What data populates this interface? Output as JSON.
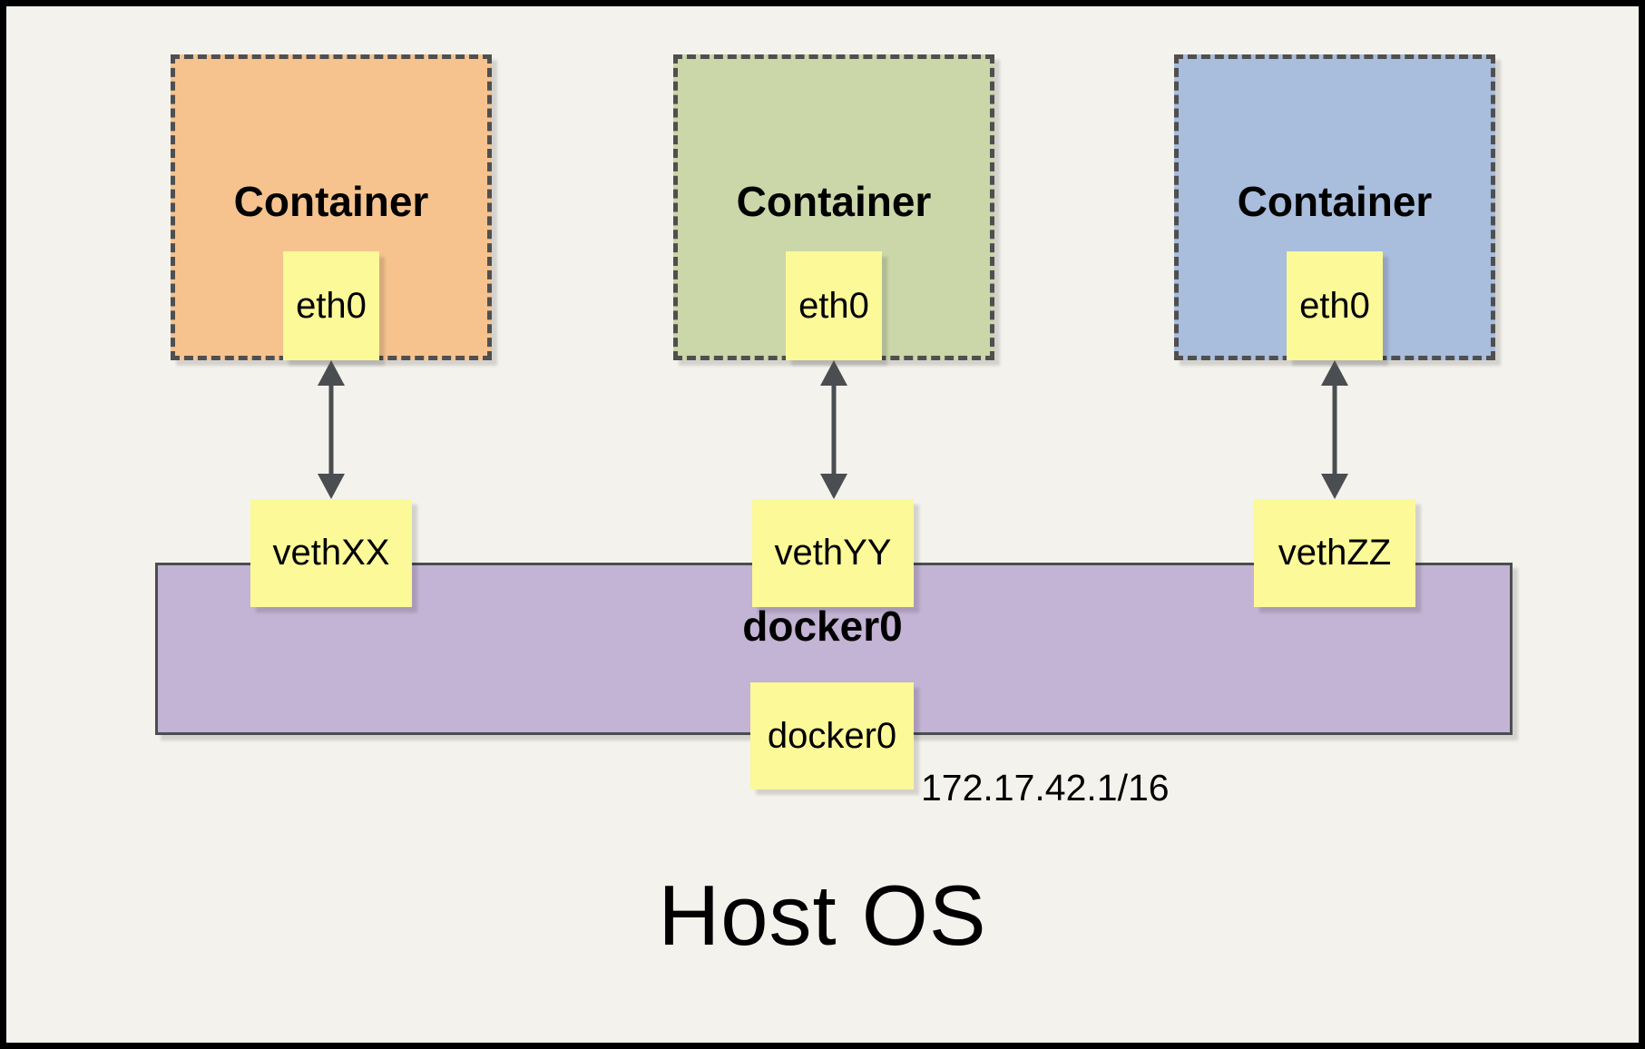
{
  "title": "Host OS",
  "colors": {
    "background": "#F4F2EC",
    "container_orange": "#F6C38F",
    "container_green": "#CBD6A9",
    "container_blue": "#A9BDDC",
    "node_yellow": "#FCF998",
    "bridge_purple": "#C3B3D4",
    "line_gray": "#4A4E50"
  },
  "containers": [
    {
      "label": "Container",
      "interface": "eth0",
      "veth": "vethXX",
      "fill": "#F6C38F"
    },
    {
      "label": "Container",
      "interface": "eth0",
      "veth": "vethYY",
      "fill": "#CBD6A9"
    },
    {
      "label": "Container",
      "interface": "eth0",
      "veth": "vethZZ",
      "fill": "#A9BDDC"
    }
  ],
  "bridge": {
    "label": "docker0",
    "interface": "docker0",
    "ip": "172.17.42.1/16"
  }
}
